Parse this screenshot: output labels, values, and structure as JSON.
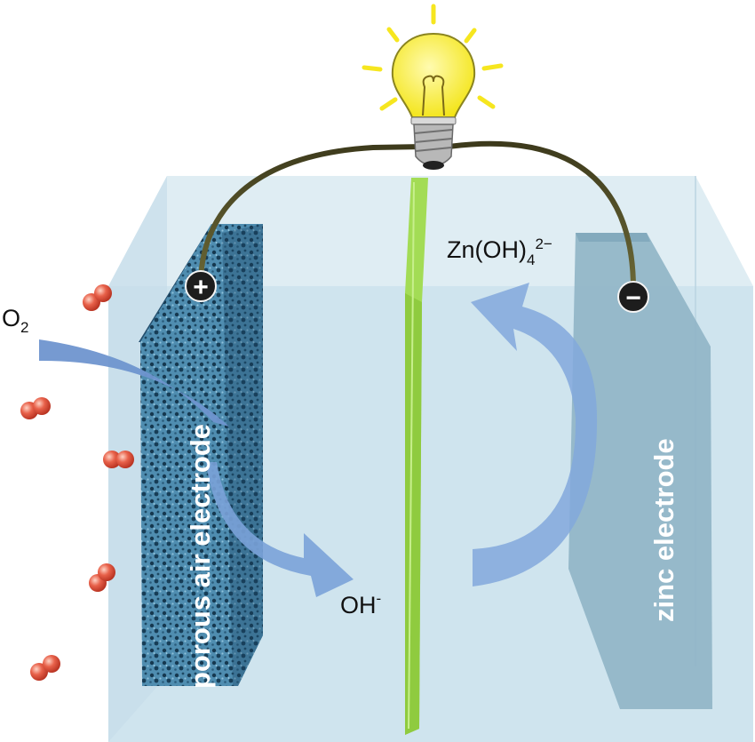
{
  "labels": {
    "oxygen": "O",
    "oxygen_sub": "2",
    "hydroxide": "OH",
    "hydroxide_sup": "-",
    "zincate": "Zn(OH)",
    "zincate_sub": "4",
    "zincate_sup": "2−"
  },
  "electrodes": {
    "air": "porous air electrode",
    "zinc": "zinc electrode"
  },
  "terminals": {
    "positive": "+",
    "negative": "−"
  },
  "colors": {
    "electrolyte": "#cfe4ee",
    "air_electrode": "#3f7fa3",
    "zinc_electrode": "#93b7c7",
    "separator": "#a3dc55",
    "flow_arrow": "#7ea3d6",
    "oxygen_molecule": "#e0573f",
    "wire": "#2e2a14",
    "bulb_glass": "#f7ef22"
  }
}
